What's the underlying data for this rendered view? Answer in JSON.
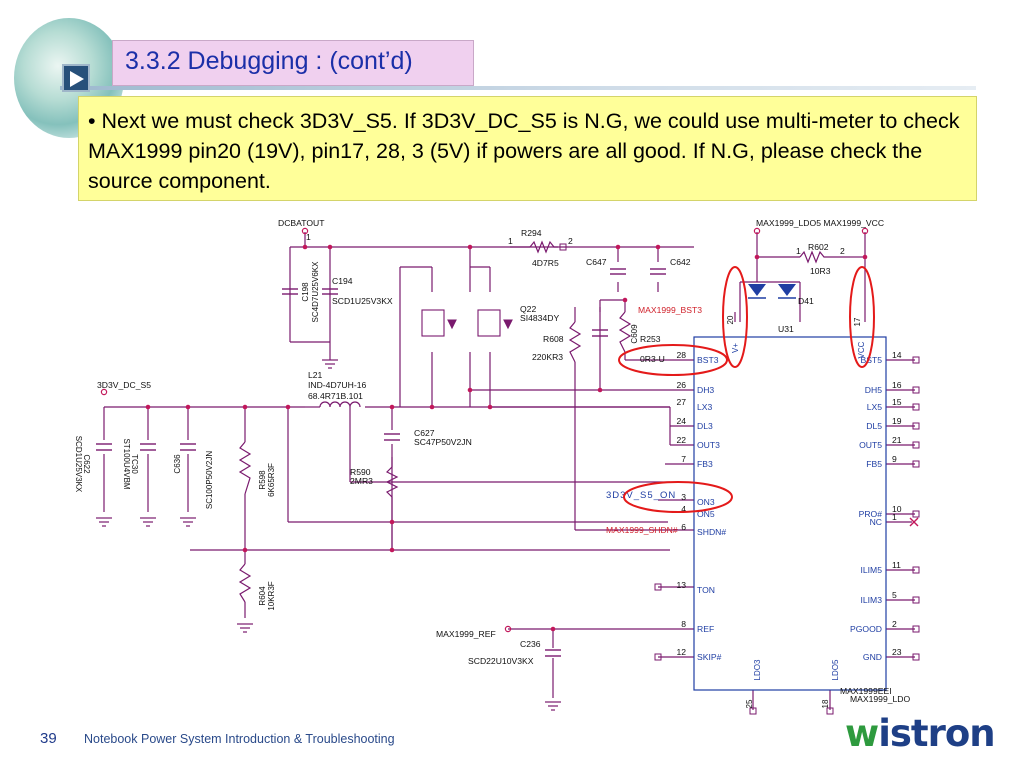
{
  "slide": {
    "title": "3.3.2  Debugging : (cont’d)",
    "bullet": "• Next we must check 3D3V_S5. If 3D3V_DC_S5 is N.G, we could use multi-meter to check MAX1999 pin20 (19V), pin17, 28, 3 (5V) if powers are all good.  If N.G, please check the source component.",
    "page_number": "39",
    "footer": "Notebook Power System Introduction & Troubleshooting",
    "logo_w": "w",
    "logo_rest": "istron"
  },
  "schematic": {
    "nets": {
      "dcbatout": "DCBATOUT",
      "ldo5_vcc": "MAX1999_LDO5  MAX1999_VCC",
      "d3v_dc_s5": "3D3V_DC_S5",
      "max1999_ref": "MAX1999_REF",
      "max1999_bst3": "MAX1999_BST3",
      "max1999_shdn": "MAX1999_SHDN#",
      "d3v_s5_on": "3D3V_S5_ON",
      "max1999_ldo": "MAX1999_LDO"
    },
    "parts": {
      "r294": "R294",
      "r294_val": "4D7R5",
      "c647": "C647",
      "c642": "C642",
      "r602": "R602",
      "r602_val": "10R3",
      "d41": "D41",
      "c194": "C194",
      "c194_val": "SCD1U25V3KX",
      "c198": "C198",
      "c198_val": "SC4D7U25V6KX",
      "q22": "Q22",
      "q22_val": "SI4834DY",
      "r608": "R608",
      "r608_val": "220KR3",
      "c609": "C609",
      "r253": "R253",
      "r253_val": "0R3-U",
      "u31": "U31",
      "l21": "L21",
      "l21_val": "IND-4D7UH-16",
      "l21_val2": "68.4R71B.101",
      "c627": "C627",
      "c627_val": "SC47P50V2JN",
      "r590": "R590",
      "r590_val": "2MR3",
      "c622": "C622",
      "c622_val": "SCD1U25V3KX",
      "tc30": "TC30",
      "tc30_val": "ST100U4VBM",
      "c636": "C636",
      "c636_val": "SC100P50V2JN",
      "r598": "R598",
      "r598_val": "6K65R3F",
      "r604": "R604",
      "r604_val": "10KR3F",
      "c236": "C236",
      "c236_val": "SCD22U10V3KX",
      "ic_name": "MAX1999EEI"
    },
    "ic_pins_left": [
      {
        "num": "28",
        "name": "BST3"
      },
      {
        "num": "26",
        "name": "DH3"
      },
      {
        "num": "27",
        "name": "LX3"
      },
      {
        "num": "24",
        "name": "DL3"
      },
      {
        "num": "22",
        "name": "OUT3"
      },
      {
        "num": "7",
        "name": "FB3"
      },
      {
        "num": "3",
        "name": "ON3"
      },
      {
        "num": "4",
        "name": "ON5"
      },
      {
        "num": "6",
        "name": "SHDN#"
      },
      {
        "num": "13",
        "name": "TON"
      },
      {
        "num": "8",
        "name": "REF"
      },
      {
        "num": "12",
        "name": "SKIP#"
      }
    ],
    "ic_pins_right": [
      {
        "num": "14",
        "name": "BST5"
      },
      {
        "num": "16",
        "name": "DH5"
      },
      {
        "num": "15",
        "name": "LX5"
      },
      {
        "num": "19",
        "name": "DL5"
      },
      {
        "num": "21",
        "name": "OUT5"
      },
      {
        "num": "9",
        "name": "FB5"
      },
      {
        "num": "10",
        "name": "PRO#"
      },
      {
        "num": "1",
        "name": "NC"
      },
      {
        "num": "11",
        "name": "ILIM5"
      },
      {
        "num": "5",
        "name": "ILIM3"
      },
      {
        "num": "2",
        "name": "PGOOD"
      },
      {
        "num": "23",
        "name": "GND"
      }
    ],
    "ic_top": {
      "pin20": "20",
      "v_plus": "V+",
      "pin17": "17",
      "vcc": "VCC"
    },
    "ic_bottom": {
      "ldo3": "LDO3",
      "ldo5": "LDO5",
      "pin25": "25",
      "pin18": "18"
    }
  },
  "colors": {
    "title_bg": "#f0d0ef",
    "title_text": "#1b2fa8",
    "note_bg": "#ffff99",
    "wire": "#7a1a6e",
    "highlight": "#e41a1a",
    "net_red": "#d0202a"
  }
}
